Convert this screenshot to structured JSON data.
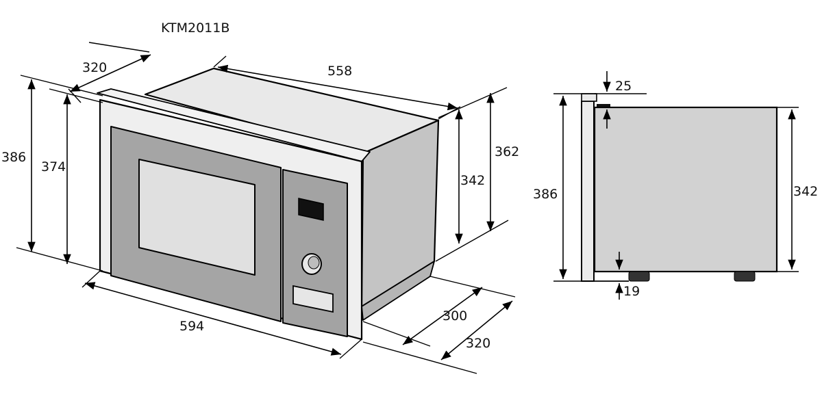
{
  "model": "KTM2011B",
  "colors": {
    "body_light": "#e6e6e6",
    "body_mid": "#d2d2d2",
    "body_dark": "#b7b7b7",
    "glass": "#a3a3a3",
    "line": "#000000",
    "background": "#ffffff"
  },
  "dimensions": {
    "front_view": {
      "depth_top": "320",
      "width_top": "558",
      "height_outer": "386",
      "height_inner": "374",
      "height_right_outer": "362",
      "height_right_inner": "342",
      "width_front": "594",
      "depth_bottom_inner": "300",
      "depth_bottom_outer": "320"
    },
    "side_view": {
      "top_offset": "25",
      "height_outer": "386",
      "height_body": "342",
      "bottom_offset": "19"
    }
  }
}
